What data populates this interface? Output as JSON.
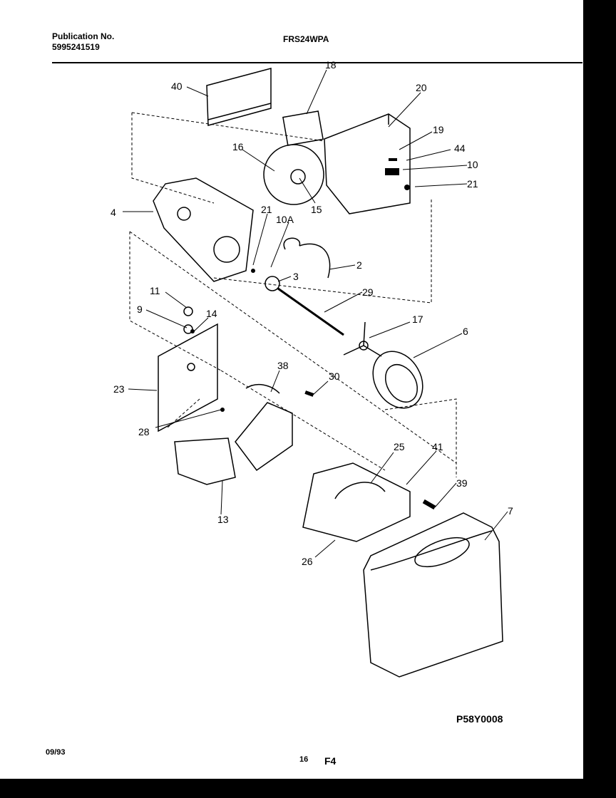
{
  "header": {
    "publication_label": "Publication No.",
    "publication_number": "5995241519",
    "model": "FRS24WPA"
  },
  "callouts": [
    "40",
    "18",
    "20",
    "19",
    "44",
    "10",
    "21",
    "16",
    "15",
    "4",
    "21",
    "10A",
    "2",
    "3",
    "29",
    "11",
    "9",
    "14",
    "17",
    "6",
    "23",
    "38",
    "30",
    "28",
    "25",
    "41",
    "39",
    "7",
    "13",
    "26"
  ],
  "footer": {
    "diagram_code": "P58Y0008",
    "date": "09/93",
    "page_number": "16",
    "figure": "F4"
  }
}
